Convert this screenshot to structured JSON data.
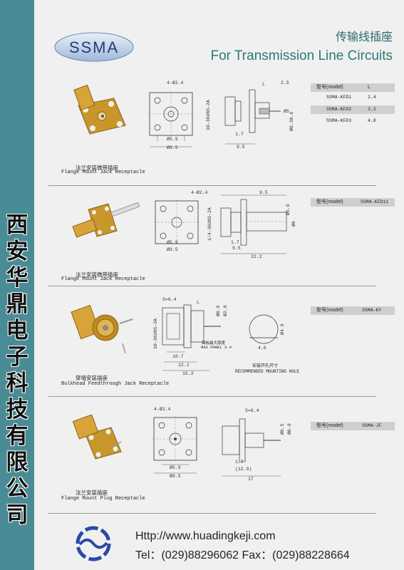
{
  "sidebar": {
    "company_chars": [
      "西",
      "安",
      "华",
      "鼎",
      "电",
      "子",
      "科",
      "技",
      "有",
      "限",
      "公",
      "司"
    ]
  },
  "header": {
    "logo_text": "SSMA",
    "title_cn": "传输线插座",
    "title_en": "For Transmission Line Circuits"
  },
  "sections": [
    {
      "caption_cn": "法兰安装微带插座",
      "caption_en": "Flange Mount Jack Receptacle",
      "dims": {
        "a": "4-Ø2.4",
        "b": "Ø5.9",
        "c": "Ø9.5",
        "d": "10-36UNS-2A",
        "e": "L",
        "f": "2.5",
        "g": "Ø5",
        "h": "Ø0.38.6",
        "i": "1.7",
        "j": "9.5"
      },
      "model_table": {
        "header_label": "型号(model)",
        "header_value": "L",
        "rows": [
          {
            "model": "SSMA-KFD1",
            "value": "2.4"
          },
          {
            "model": "SSMA-KFD2",
            "value": "3.2"
          },
          {
            "model": "SSMA-KFD3",
            "value": "4.8"
          }
        ]
      }
    },
    {
      "caption_cn": "法兰安装微带插座",
      "caption_en": "Flange Mount Jack Receptacle",
      "dims": {
        "a": "4-Ø2.4",
        "b": "Ø5.9",
        "c": "Ø9.5",
        "d": "1/4-36UNS-2A",
        "e": "9.5",
        "f": "Ø5.9",
        "g": "Ø8",
        "h": "1.7",
        "i": "9.5",
        "j": "22.2"
      },
      "model": {
        "label": "型号(model)",
        "value": "SSMA-KFD11"
      }
    },
    {
      "caption_cn": "穿墙安装插座",
      "caption_en": "Bulkhead Feedthrough Jack Receptacle",
      "dims": {
        "a": "S=6.4",
        "b": "L",
        "c": "Ø0.5",
        "d": "Ø2.8",
        "e": "10-36UNS-2A",
        "f": "10.7",
        "g": "12.1",
        "h": "15.2",
        "i": "Ø4.9",
        "j": "4.6"
      },
      "note_cn": "面板最大厚度",
      "note_en": "MAX PANEL 3.4",
      "hole_cn": "安装开孔尺寸",
      "hole_en": "RECOMMENDED MOUNTING HOLE",
      "model": {
        "label": "型号(model)",
        "value": "SSMA-KY"
      }
    },
    {
      "caption_cn": "法兰安装插座",
      "caption_en": "Flange Mount Plug Receptacle",
      "dims": {
        "a": "4-Ø2.4",
        "b": "Ø5.9",
        "c": "Ø9.5",
        "d": "S=6.4",
        "e": "Ø0.5",
        "f": "Ø0.9",
        "g": "1.7",
        "h": "(12.9)",
        "i": "17"
      },
      "model": {
        "label": "型号(model)",
        "value": "SSMA-JF"
      }
    }
  ],
  "footer": {
    "url": "Http://www.huadingkeji.com",
    "phone": "Tel：(029)88296062    Fax：(029)88228664"
  },
  "colors": {
    "sidebar": "#4a8c96",
    "brand": "#2a7a74",
    "gold": "#c8962a"
  }
}
